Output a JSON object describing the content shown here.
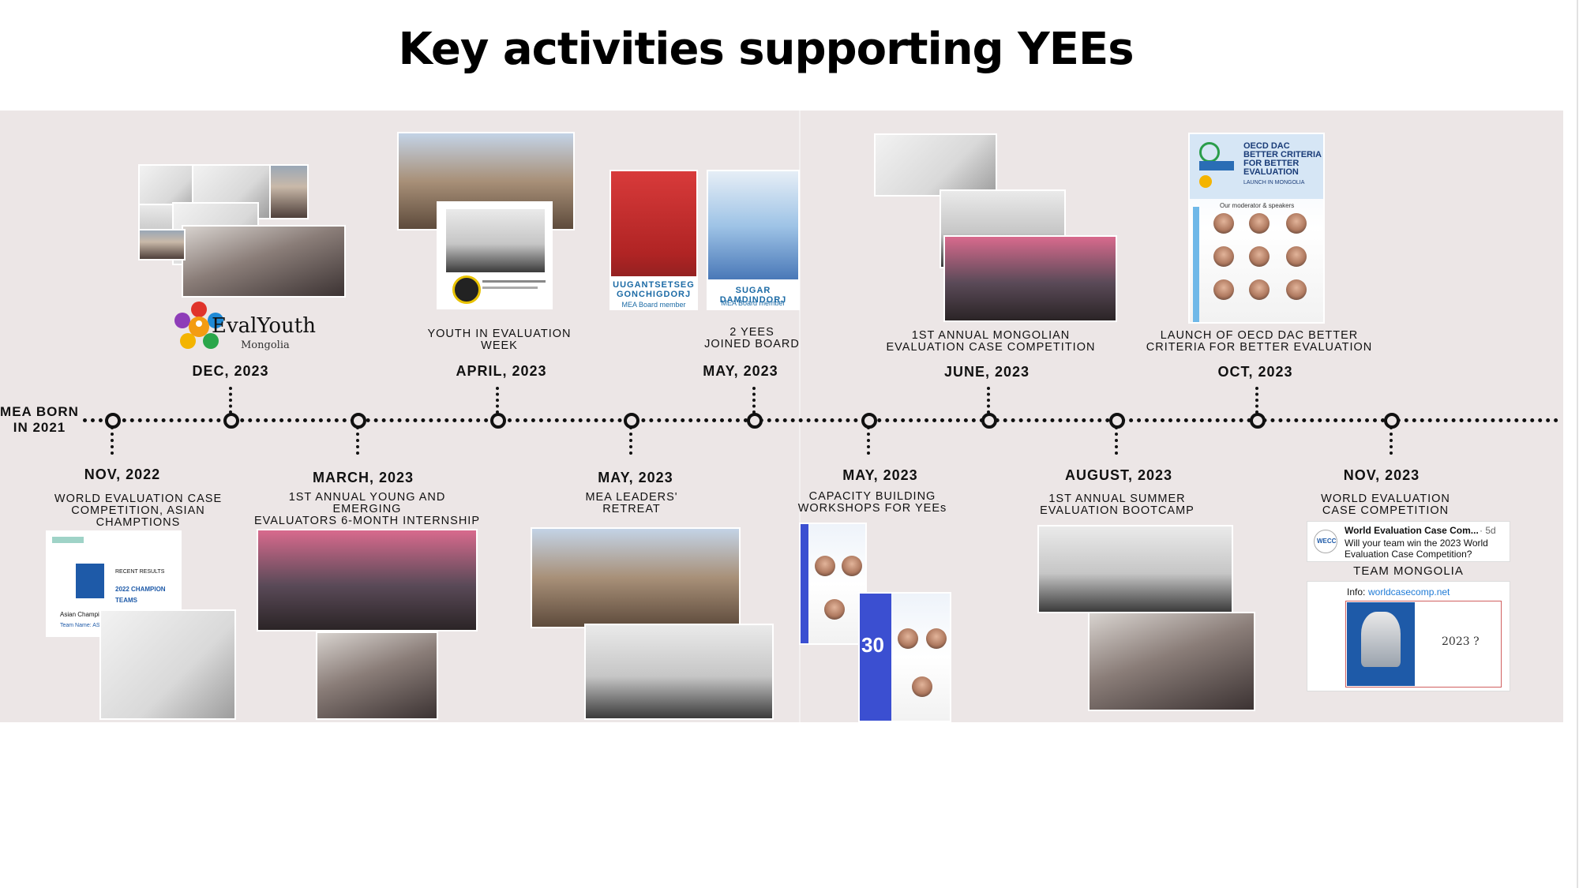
{
  "title": "Key activities supporting YEEs",
  "start_marker": "MEA BORN\nIN 2021",
  "events_above": [
    {
      "date": "DEC, 2023",
      "caption": ""
    },
    {
      "date": "APRIL, 2023",
      "caption": "YOUTH IN EVALUATION\nWEEK"
    },
    {
      "date": "MAY, 2023",
      "caption": "2 YEES\nJOINED BOARD"
    },
    {
      "date": "JUNE, 2023",
      "caption": "1ST ANNUAL MONGOLIAN\nEVALUATION CASE COMPETITION"
    },
    {
      "date": "OCT, 2023",
      "caption": "LAUNCH OF OECD DAC BETTER\nCRITERIA FOR BETTER EVALUATION"
    }
  ],
  "events_below": [
    {
      "date": "NOV, 2022",
      "caption": "WORLD EVALUATION CASE\nCOMPETITION, ASIAN CHAMPTIONS"
    },
    {
      "date": "MARCH, 2023",
      "caption": "1ST ANNUAL YOUNG AND EMERGING\nEVALUATORS 6-MONTH INTERNSHIP"
    },
    {
      "date": "MAY, 2023",
      "caption": "MEA LEADERS'\nRETREAT"
    },
    {
      "date": "MAY, 2023",
      "caption": "CAPACITY BUILDING\nWORKSHOPS FOR YEEs"
    },
    {
      "date": "AUGUST, 2023",
      "caption": "1ST ANNUAL SUMMER\nEVALUATION BOOTCAMP"
    },
    {
      "date": "NOV, 2023",
      "caption": "WORLD EVALUATION\nCASE COMPETITION"
    }
  ],
  "evalyouth": {
    "name": "EvalYouth",
    "sub": "Mongolia"
  },
  "board_members": [
    {
      "name": "UUGANTSETSEG\nGONCHIGDORJ",
      "role": "MEA Board member"
    },
    {
      "name": "SUGAR DAMDINDORJ",
      "role": "MEA Board member"
    }
  ],
  "oecd_poster": {
    "title": "OECD DAC\nBETTER CRITERIA\nFOR BETTER\nEVALUATION",
    "subtitle": "LAUNCH IN MONGOLIA",
    "section": "Our moderator & speakers"
  },
  "nov2022_doc": {
    "line1": "RECENT RESULTS",
    "line2": "2022 CHAMPION TEAMS",
    "line3": "Asian Champions",
    "line4": "Team Name: ASPIRANTE"
  },
  "wecc_card": {
    "org": "WECC",
    "title": "World Evaluation Case Com...",
    "age": "· 5d",
    "text": "Will your team win the 2023 World Evaluation Case Competition?",
    "team": "TEAM MONGOLIA",
    "info_label": "Info:",
    "info_link": "worldcasecomp.net",
    "handwritten": "2023 ?"
  },
  "workshop_poster": {
    "day": "30"
  },
  "colors": {
    "band": "#ece6e6",
    "line": "#111111",
    "accent_blue": "#1b6aa5"
  }
}
